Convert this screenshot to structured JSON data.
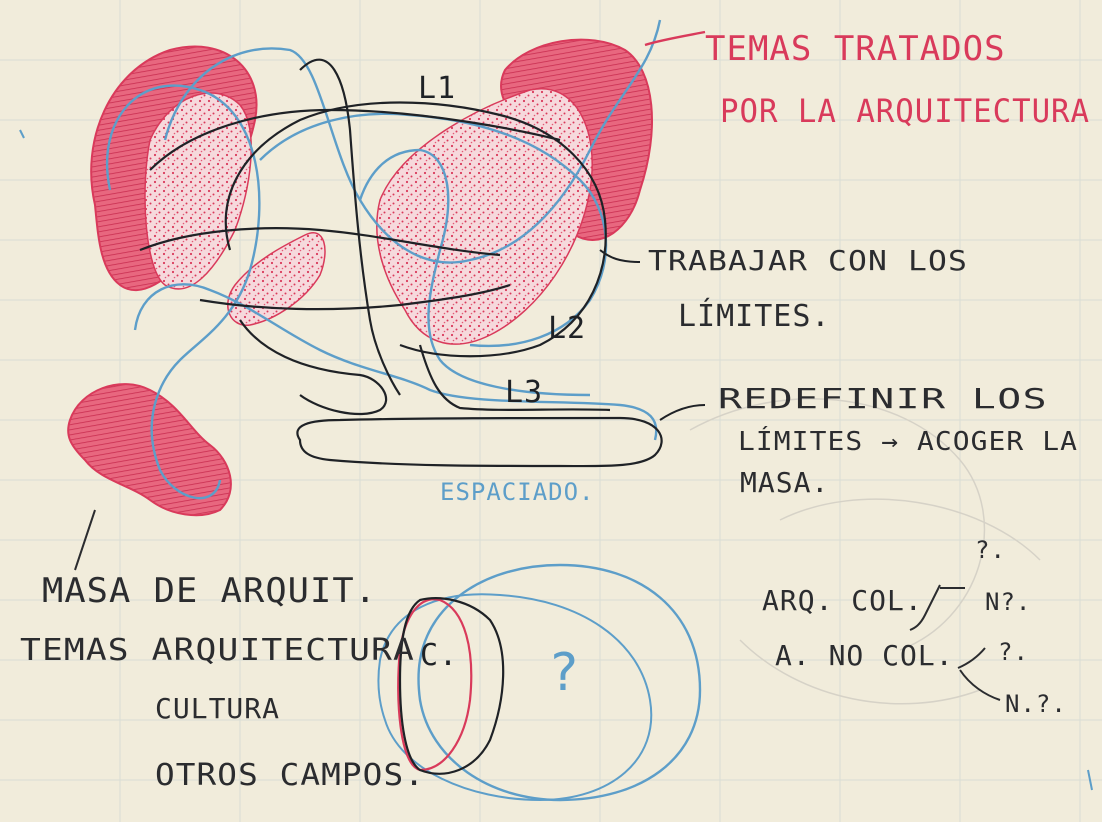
{
  "colors": {
    "paper": "#f1ecdb",
    "grid": "#d7dcd2",
    "ink_black": "#1f2226",
    "ink_blue": "#5d9ec9",
    "ink_red": "#d93a5b",
    "fill_red": "#e7637f",
    "fill_pink": "#f3c2c7",
    "text_dark": "#2b2c2f"
  },
  "annotations": {
    "temas_line1": "TEMAS TRATADOS",
    "temas_line2": "POR LA ARQUITECTURA",
    "trabajar_line1": "TRABAJAR CON LOS",
    "trabajar_line2": "LÍMITES.",
    "redefinir_line1": "REDEFINIR LOS",
    "redefinir_line2": "LÍMITES → ACOGER LA",
    "redefinir_line3": "MASA.",
    "espaciado": "ESPACIADO.",
    "masa": "MASA DE ARQUIT.",
    "temas_arq": "TEMAS ARQUITECTURA",
    "cultura": "CULTURA",
    "otros": "OTROS CAMPOS.",
    "label_l1": "L1",
    "label_l2": "L2",
    "label_l3": "L3",
    "label_c": "C.",
    "question": "?",
    "arq_col": "ARQ. COL.",
    "a_no_col": "A. NO COL.",
    "branch_q1": "?.",
    "branch_nq1": "N?.",
    "branch_q2": "?.",
    "branch_nq2": "N.?."
  }
}
